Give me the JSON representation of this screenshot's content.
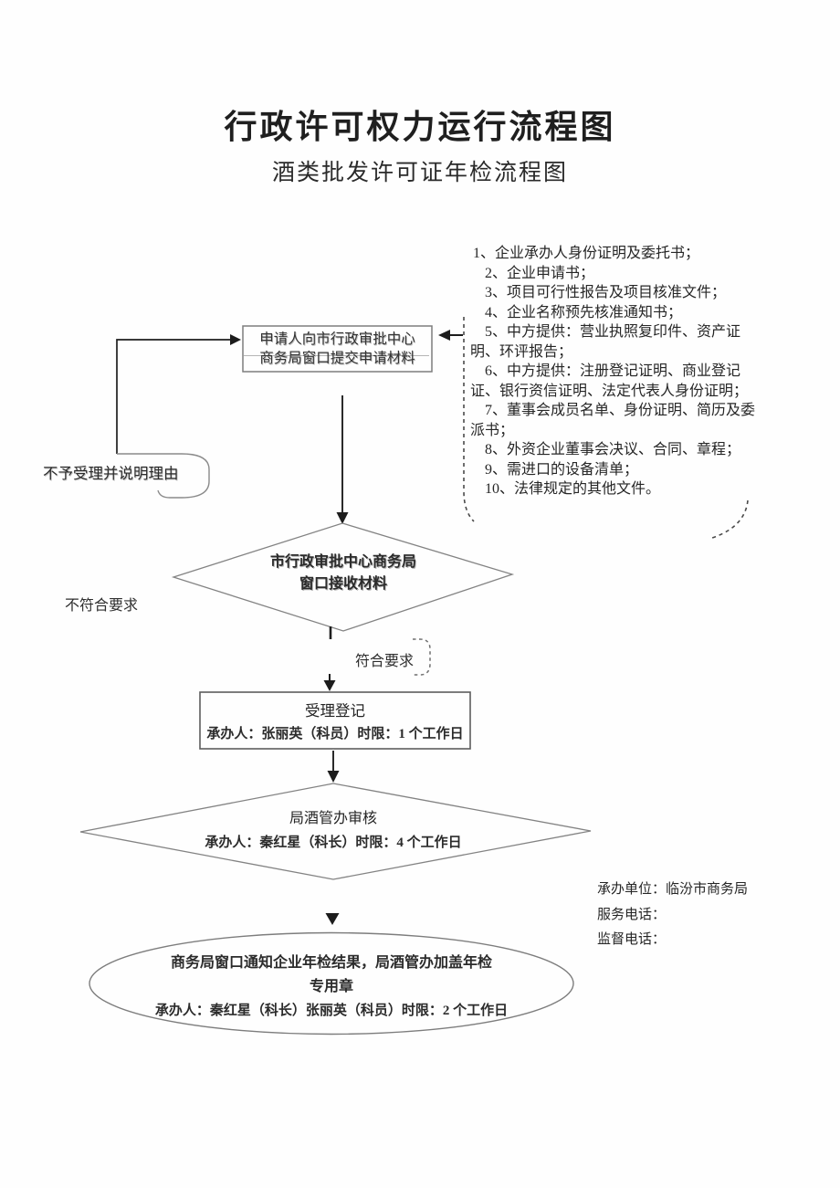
{
  "page": {
    "title": "行政许可权力运行流程图",
    "subtitle": "酒类批发许可证年检流程图"
  },
  "materials": {
    "items": [
      "1、企业承办人身份证明及委托书；",
      "2、企业申请书；",
      "3、项目可行性报告及项目核准文件；",
      "4、企业名称预先核准通知书；",
      "5、中方提供：营业执照复印件、资产证明、环评报告；",
      "6、中方提供：注册登记证明、商业登记证、银行资信证明、法定代表人身份证明；",
      "7、董事会成员名单、身份证明、简历及委派书；",
      "8、外资企业董事会决议、合同、章程；",
      "9、需进口的设备清单；",
      "10、法律规定的其他文件。"
    ]
  },
  "flow": {
    "submit_box": {
      "line1": "申请人向市行政审批中心",
      "line2": "商务局窗口提交申请材料"
    },
    "reject_label": "不予受理并说明理由",
    "decision1": {
      "line1": "市行政审批中心商务局",
      "line2": "窗口接收材料"
    },
    "no_label": "不符合要求",
    "yes_label": "符合要求",
    "register_box": {
      "title": "受理登记",
      "detail": "承办人：张丽英（科员）时限：1 个工作日"
    },
    "decision2": {
      "title": "局酒管办审核",
      "detail": "承办人：秦红星（科长）时限：4 个工作日"
    },
    "result_ellipse": {
      "line1": "商务局窗口通知企业年检结果，局酒管办加盖年检",
      "line2": "专用章",
      "detail": "承办人：秦红星（科长）张丽英（科员）时限：2 个工作日"
    }
  },
  "contact": {
    "unit": "承办单位：临汾市商务局",
    "service_phone": "服务电话：",
    "supervise_phone": "监督电话："
  },
  "colors": {
    "shape_line": "#7a7a7a",
    "arrow_line": "#1c1c1c",
    "text": "#2e2e2e",
    "background": "#fefefe"
  }
}
